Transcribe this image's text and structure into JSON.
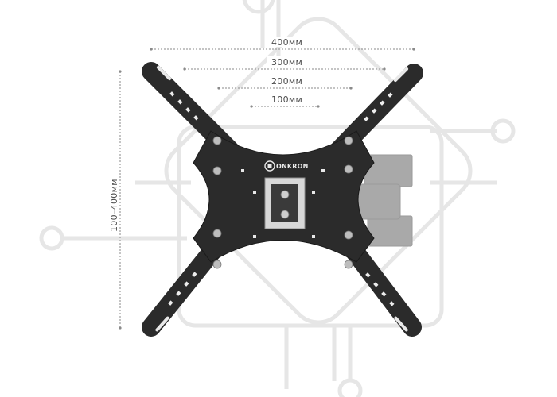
{
  "dimensions": {
    "width_400": "400мм",
    "width_300": "300мм",
    "width_200": "200мм",
    "width_100": "100мм",
    "height_range": "100–400мм"
  },
  "brand": {
    "name": "ONKRON"
  },
  "colors": {
    "bracket": "#2b2b2b",
    "bracket_edge": "#1a1a1a",
    "arm": "#a9a9a9",
    "watermark": "#e6e6e6",
    "dim_line": "#8a8a8a",
    "label": "#4a4a4a"
  },
  "icons": {
    "logo": "onkron-logo-icon"
  }
}
